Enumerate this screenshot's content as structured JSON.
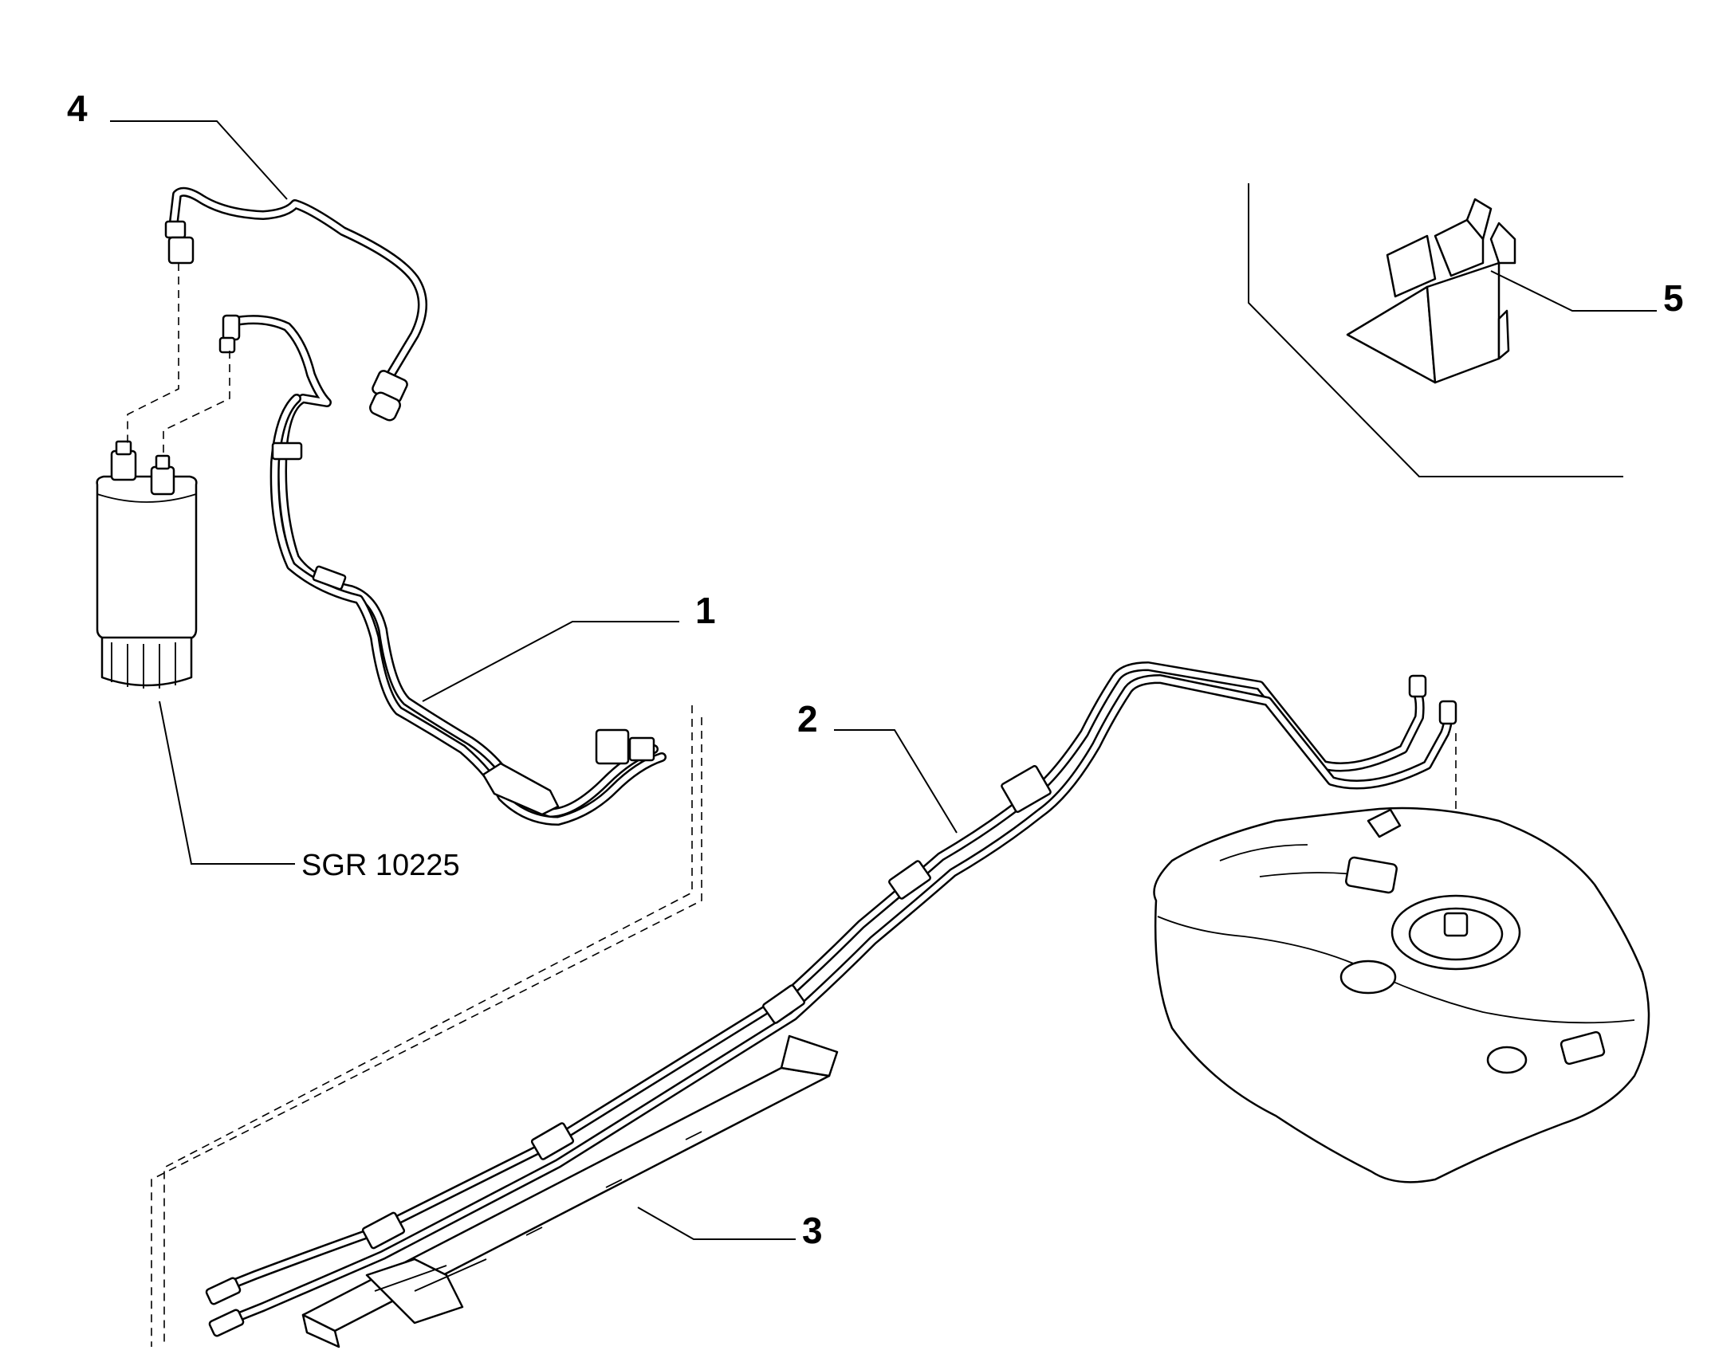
{
  "diagram": {
    "callouts": {
      "c1": "1",
      "c2": "2",
      "c3": "3",
      "c4": "4",
      "c5": "5"
    },
    "reference_code": "SGR 10225"
  }
}
